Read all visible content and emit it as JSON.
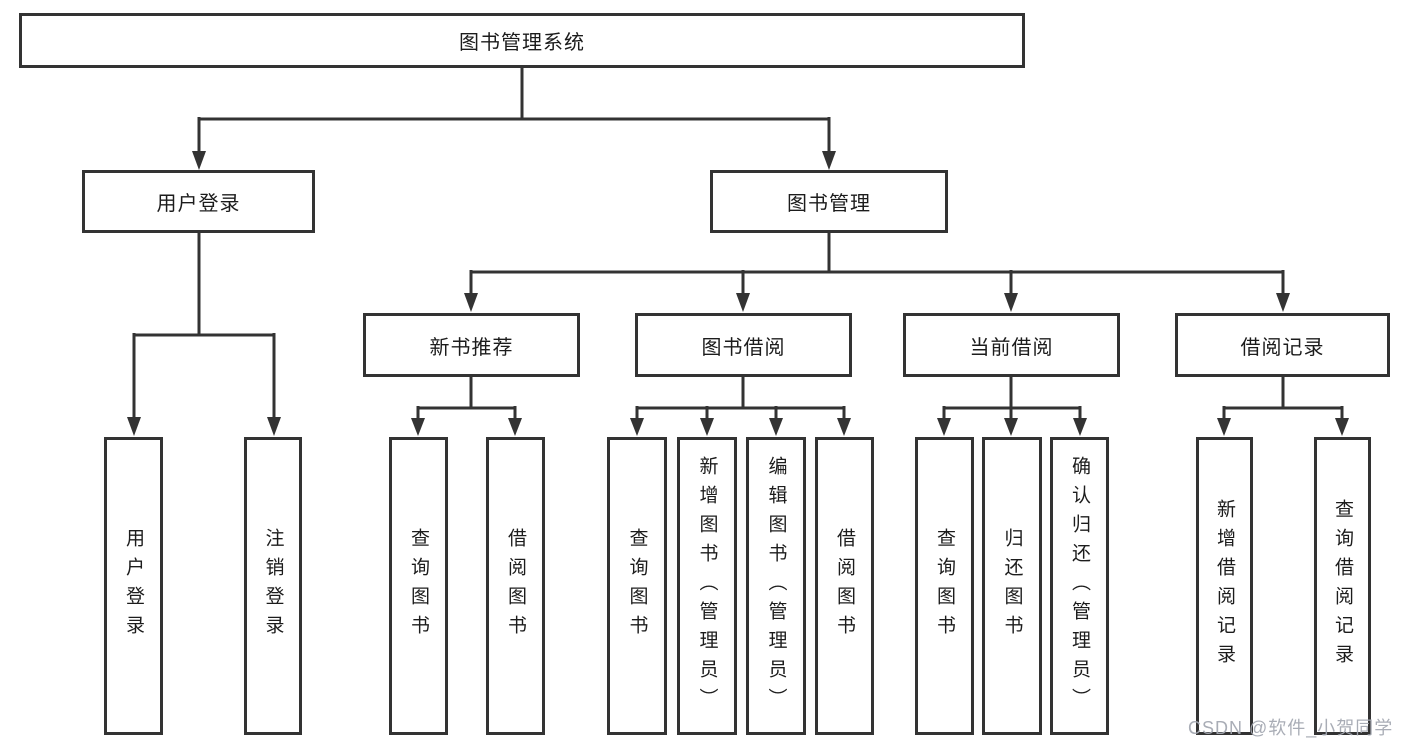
{
  "tree": {
    "root": {
      "label": "图书管理系统",
      "children": [
        {
          "label": "用户登录",
          "children": [
            {
              "label": "用户登录"
            },
            {
              "label": "注销登录"
            }
          ]
        },
        {
          "label": "图书管理",
          "children": [
            {
              "label": "新书推荐",
              "children": [
                {
                  "label": "查询图书"
                },
                {
                  "label": "借阅图书"
                }
              ]
            },
            {
              "label": "图书借阅",
              "children": [
                {
                  "label": "查询图书"
                },
                {
                  "label": "新增图书（管理员）"
                },
                {
                  "label": "编辑图书（管理员）"
                },
                {
                  "label": "借阅图书"
                }
              ]
            },
            {
              "label": "当前借阅",
              "children": [
                {
                  "label": "查询图书"
                },
                {
                  "label": "归还图书"
                },
                {
                  "label": "确认归还（管理员）"
                }
              ]
            },
            {
              "label": "借阅记录",
              "children": [
                {
                  "label": "新增借阅记录"
                },
                {
                  "label": "查询借阅记录"
                }
              ]
            }
          ]
        }
      ]
    }
  },
  "watermark": {
    "text": "CSDN @软件_小贺同学"
  },
  "colors": {
    "line": "#333333",
    "text": "#1c1c1c",
    "watermark": "#a4a9b2",
    "background": "#ffffff"
  }
}
